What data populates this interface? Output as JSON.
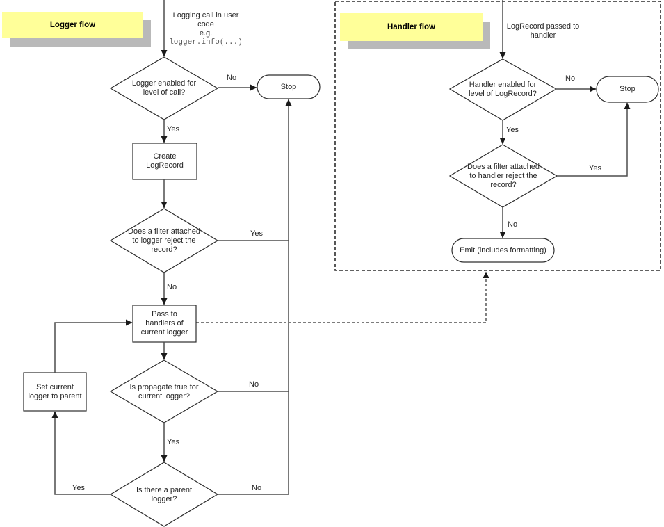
{
  "labels": {
    "yes": "Yes",
    "no": "No"
  },
  "colors": {
    "note_fill": "#ffff99",
    "note_shadow": "#b9b9b9",
    "connector": "#4d4d4d",
    "shape_border": "#2d2d2d",
    "text": "#262626",
    "code_text": "#595959"
  },
  "logger_flow": {
    "title": "Logger flow",
    "start_text": "Logging call in user\ncode\ne.g.",
    "start_code": "logger.info(...)",
    "enabled_question": "Logger enabled for\nlevel of call?",
    "stop": "Stop",
    "create_box": "Create\nLogRecord",
    "filter_question": "Does a filter attached\nto logger reject the\nrecord?",
    "pass_box": "Pass to\nhandlers of\ncurrent logger",
    "propagate_question": "Is propagate true for\ncurrent logger?",
    "set_parent_box": "Set current\nlogger to parent",
    "parent_question": "Is there a parent\nlogger?"
  },
  "handler_flow": {
    "title": "Handler flow",
    "start_text": "LogRecord passed to\nhandler",
    "enabled_question": "Handler enabled for\nlevel of LogRecord?",
    "stop": "Stop",
    "filter_question": "Does a filter attached\nto handler reject the\nrecord?",
    "emit_box": "Emit (includes formatting)"
  }
}
